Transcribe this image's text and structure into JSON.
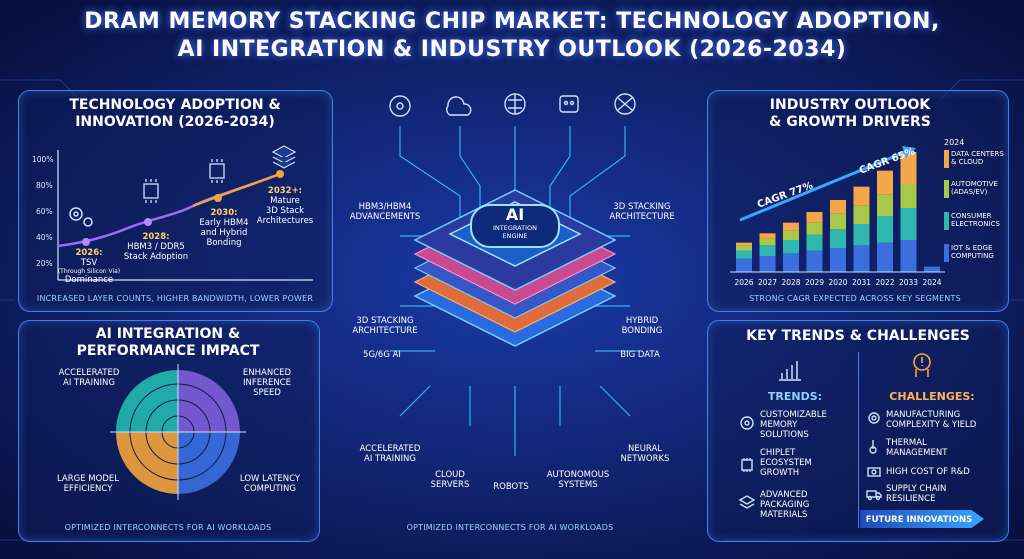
{
  "title_line1": "DRAM MEMORY STACKING CHIP MARKET: TECHNOLOGY ADOPTION,",
  "title_line2": "AI INTEGRATION & INDUSTRY OUTLOOK (2026-2034)",
  "tech": {
    "title1": "TECHNOLOGY ADOPTION &",
    "title2": "INNOVATION (2026-2034)",
    "yticks": [
      "100%",
      "80%",
      "60%",
      "40%",
      "20%"
    ],
    "milestones": [
      {
        "year": "2026:",
        "l1": "TSV",
        "l2": "(Through Silicon Via)",
        "l3": "Dominance"
      },
      {
        "year": "2028:",
        "l1": "HBM3 / DDR5",
        "l2": "Stack Adoption",
        "l3": ""
      },
      {
        "year": "2030:",
        "l1": "Early HBM4",
        "l2": "and Hybrid",
        "l3": "Bonding"
      },
      {
        "year": "2032+:",
        "l1": "Mature",
        "l2": "3D Stack",
        "l3": "Architectures"
      }
    ],
    "caption": "INCREASED LAYER COUNTS, HIGHER BANDWIDTH, LOWER POWER"
  },
  "ai": {
    "title1": "AI INTEGRATION &",
    "title2": "PERFORMANCE IMPACT",
    "q1": [
      "ACCELERATED",
      "AI TRAINING"
    ],
    "q2": [
      "ENHANCED",
      "INFERENCE",
      "SPEED"
    ],
    "q3": [
      "LARGE MODEL",
      "EFFICIENCY"
    ],
    "q4": [
      "LOW LATENCY",
      "COMPUTING"
    ],
    "caption": "OPTIMIZED INTERCONNECTS FOR AI WORKLOADS"
  },
  "center": {
    "chip_big": "AI",
    "chip_small1": "INTEGRATION",
    "chip_small2": "ENGINE",
    "hbm": [
      "HBM3/HBM4",
      "ADVANCEMENTS"
    ],
    "stack_r": [
      "3D STACKING",
      "ARCHITECTURE"
    ],
    "stack_l": [
      "3D STACKING",
      "ARCHITECTURE"
    ],
    "hybrid": [
      "HYBRID",
      "BONDING"
    ],
    "g5": "5G/6G AI",
    "bigdata": "BIG DATA",
    "accel": [
      "ACCELERATED",
      "AI TRAINING"
    ],
    "cloud": [
      "CLOUD",
      "SERVERS"
    ],
    "robots": "ROBOTS",
    "auton": [
      "AUTONOMOUS",
      "SYSTEMS"
    ],
    "neural": [
      "NEURAL",
      "NETWORKS"
    ],
    "caption": "OPTIMIZED INTERCONNECTS FOR AI WORKLOADS"
  },
  "outlook": {
    "title1": "INDUSTRY OUTLOOK",
    "title2": "& GROWTH DRIVERS",
    "cagr1": "CAGR 77%",
    "cagr2": "CAGR 65%",
    "legend_top": "2024",
    "legend": [
      {
        "l1": "DATA CENTERS",
        "l2": "& CLOUD",
        "color": "#f6a64a"
      },
      {
        "l1": "AUTOMOTIVE",
        "l2": "(ADAS/EV)",
        "color": "#a7c84a"
      },
      {
        "l1": "CONSUMER",
        "l2": "ELECTRONICS",
        "color": "#2fb7b0"
      },
      {
        "l1": "IOT & EDGE",
        "l2": "COMPUTING",
        "color": "#3b6fe0"
      }
    ],
    "caption": "STRONG CAGR EXPECTED ACROSS KEY SEGMENTS"
  },
  "chart_data": {
    "type": "bar",
    "categories": [
      "2026",
      "2027",
      "2028",
      "2029",
      "2020",
      "2031",
      "2022",
      "2033",
      "2024"
    ],
    "series": [
      {
        "name": "IOT & EDGE COMPUTING",
        "values": [
          10,
          12,
          14,
          16,
          18,
          20,
          22,
          24,
          4
        ]
      },
      {
        "name": "CONSUMER ELECTRONICS",
        "values": [
          6,
          8,
          10,
          12,
          14,
          16,
          20,
          24,
          0
        ]
      },
      {
        "name": "AUTOMOTIVE (ADAS/EV)",
        "values": [
          4,
          5,
          7,
          9,
          12,
          14,
          16,
          18,
          0
        ]
      },
      {
        "name": "DATA CENTERS & CLOUD",
        "values": [
          2,
          4,
          6,
          8,
          10,
          14,
          18,
          24,
          0
        ]
      }
    ]
  },
  "trends": {
    "title": "KEY TRENDS & CHALLENGES",
    "trends_h": "TRENDS:",
    "challenges_h": "CHALLENGES:",
    "t1": [
      "CUSTOMIZABLE",
      "MEMORY",
      "SOLUTIONS"
    ],
    "t2": [
      "CHIPLET",
      "ECOSYSTEM",
      "GROWTH"
    ],
    "t3": [
      "ADVANCED",
      "PACKAGING",
      "MATERIALS"
    ],
    "c1": [
      "MANUFACTURING",
      "COMPLEXITY & YIELD"
    ],
    "c2": [
      "THERMAL",
      "MANAGEMENT"
    ],
    "c3": "HIGH COST OF R&D",
    "c4": [
      "SUPPLY CHAIN",
      "RESILIENCE"
    ],
    "future": "FUTURE INNOVATIONS"
  }
}
